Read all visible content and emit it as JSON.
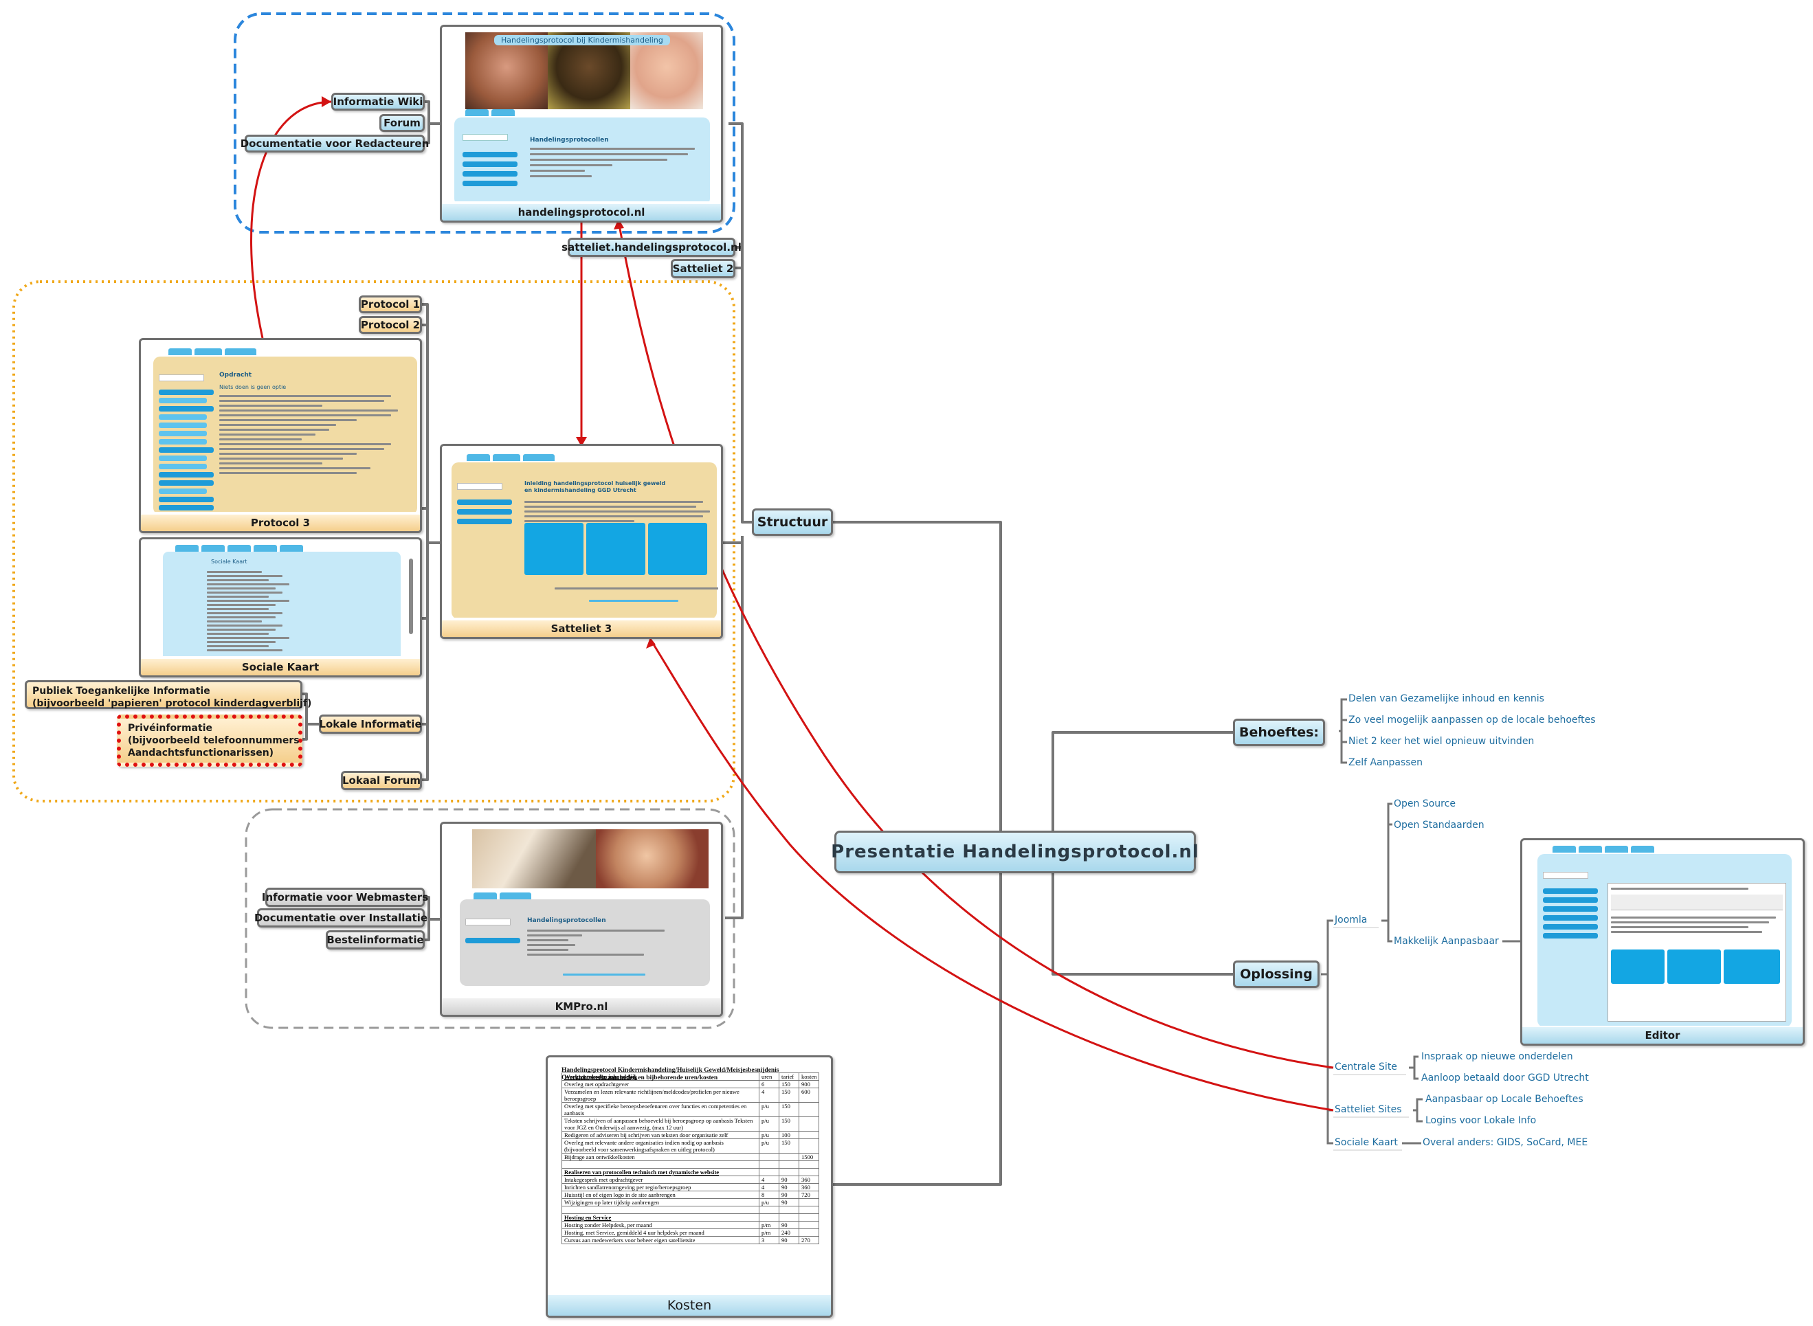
{
  "central": {
    "title": "Presentatie Handelingsprotocol.nl"
  },
  "structuur": {
    "label": "Structuur",
    "nodes": {
      "informatie_wiki": "Informatie Wiki",
      "forum": "Forum",
      "documentatie_redacteuren": "Documentatie voor Redacteuren",
      "handelingsprotocol": "handelingsprotocol.nl",
      "satteliet_hp": "satteliet.handelingsprotocol.nl",
      "satteliet2": "Satteliet 2",
      "protocol1": "Protocol 1",
      "protocol2": "Protocol 2",
      "protocol3": "Protocol 3",
      "sociale_kaart": "Sociale Kaart",
      "satteliet3": "Satteliet 3",
      "publiek_line1": "Publiek Toegankelijke Informatie",
      "publiek_line2": "(bijvoorbeeld 'papieren' protocol kinderdagverblijf)",
      "prive_line1": "Privéinformatie",
      "prive_line2": "(bijvoorbeeld telefoonnummers",
      "prive_line3": "Aandachtsfunctionarissen)",
      "lokale_informatie": "Lokale Informatie",
      "lokaal_forum": "Lokaal Forum",
      "informatie_webmasters": "Informatie voor Webmasters",
      "documentatie_installatie": "Documentatie over Installatie",
      "bestelinformatie": "Bestelinformatie",
      "kmpro": "KMPro.nl"
    },
    "screens": {
      "hp_banner": "Handelingsprotocol bij Kindermishandeling",
      "hp_heading": "Handelingsprotocollen",
      "s3_heading": "Inleiding handelingsprotocol huiselijk geweld en kindermishandeling GGD Utrecht",
      "p3_heading": "Opdracht",
      "p3_sub": "Niets doen is geen optie",
      "km_heading": "Handelingsprotocollen",
      "sk_heading": "Sociale Kaart"
    }
  },
  "kosten": {
    "label": "Kosten",
    "title_line1": "Handelingsprotocol Kindermishandeling/Huiselijk Geweld/Meisjesbesnijdenis",
    "title_line2": "Overzicht werkzaamheden en bijbehorende uren/kosten",
    "sections": [
      {
        "header": [
          "Werkzaamheden inhoudelijk",
          "uren",
          "tarief",
          "kosten"
        ],
        "rows": [
          [
            "Overleg met opdrachtgever",
            "6",
            "150",
            "900"
          ],
          [
            "Verzamelen en lezen relevante richtlijnen/meldcodes/profielen per nieuwe beroepsgroep",
            "4",
            "150",
            "600"
          ],
          [
            "Overleg met specifieke beroepsbeoefenaren over functies en competenties en aanbasis",
            "p/u",
            "150",
            ""
          ],
          [
            "Teksten schrijven of aanpassen behoeveld bij beroepsgroep op aanbasis Teksten voor JGZ en Onderwijs al aanwezig, (max 12 uur)",
            "p/u",
            "150",
            ""
          ],
          [
            "Redigeren of adviseren bij schrijven van teksten door organisatie zelf",
            "p/u",
            "100",
            ""
          ],
          [
            "Overleg met relevante andere organisaties indien nodig op aanbasis (bijvoorbeeld voor samenwerkingsafspraken en uitleg protocol)",
            "p/u",
            "150",
            ""
          ],
          [
            "Bijdrage aan ontwikkelkosten",
            "",
            "",
            "1500"
          ]
        ]
      },
      {
        "header": [
          "Realiseren van protocollen technisch met dynamische website",
          "",
          "",
          ""
        ],
        "rows": [
          [
            "Intakegesprek met opdrachtgever",
            "4",
            "90",
            "360"
          ],
          [
            "Inrichten sandlatrenomgeving per regio/beroepsgroep",
            "4",
            "90",
            "360"
          ],
          [
            "Huisstijl en of eigen logo in de site aanbrengen",
            "8",
            "90",
            "720"
          ],
          [
            "Wijzigingen op later tijdstip aanbrengen",
            "p/u",
            "90",
            ""
          ]
        ]
      },
      {
        "header": [
          "Hosting en Service",
          "",
          "",
          ""
        ],
        "rows": [
          [
            "Hosting zonder Helpdesk, per maand",
            "p/m",
            "90",
            ""
          ],
          [
            "Hosting, met Service, gemiddeld 4 uur helpdesk per maand",
            "p/m",
            "240",
            ""
          ],
          [
            "Cursus aan medewerkers voor beheer eigen satellietsite",
            "3",
            "90",
            "270"
          ]
        ]
      }
    ]
  },
  "behoeftes": {
    "label": "Behoeftes:",
    "items": [
      "Delen van Gezamelijke inhoud en kennis",
      "Zo veel mogelijk aanpassen op de locale behoeftes",
      "Niet 2 keer het wiel opnieuw uitvinden",
      "Zelf Aanpassen"
    ]
  },
  "oplossing": {
    "label": "Oplossing",
    "joomla": {
      "label": "Joomla",
      "children": [
        "Open Source",
        "Open Standaarden",
        "Makkelijk Aanpasbaar"
      ],
      "editor_caption": "Editor"
    },
    "centrale_site": {
      "label": "Centrale Site",
      "children": [
        "Inspraak op nieuwe onderdelen",
        "Aanloop betaald door GGD Utrecht"
      ]
    },
    "satteliet_sites": {
      "label": "Satteliet Sites",
      "children": [
        "Aanpasbaar op Locale Behoeftes",
        "Logins voor Lokale Info"
      ]
    },
    "sociale_kaart": {
      "label": "Sociale Kaart",
      "children": [
        "Overal anders: GIDS, SoCard, MEE"
      ]
    }
  },
  "colors": {
    "connector": "#757575",
    "relation": "#d31313",
    "node_blue": "#bfe6f5",
    "node_tan": "#f8d99e",
    "node_grey": "#d9d9d9",
    "leaf_text": "#1f6ea0",
    "cloud_blue": "#2b86dc",
    "cloud_orange": "#f0a81a",
    "cloud_grey": "#9a9a9a",
    "prive_border": "#e01010"
  }
}
